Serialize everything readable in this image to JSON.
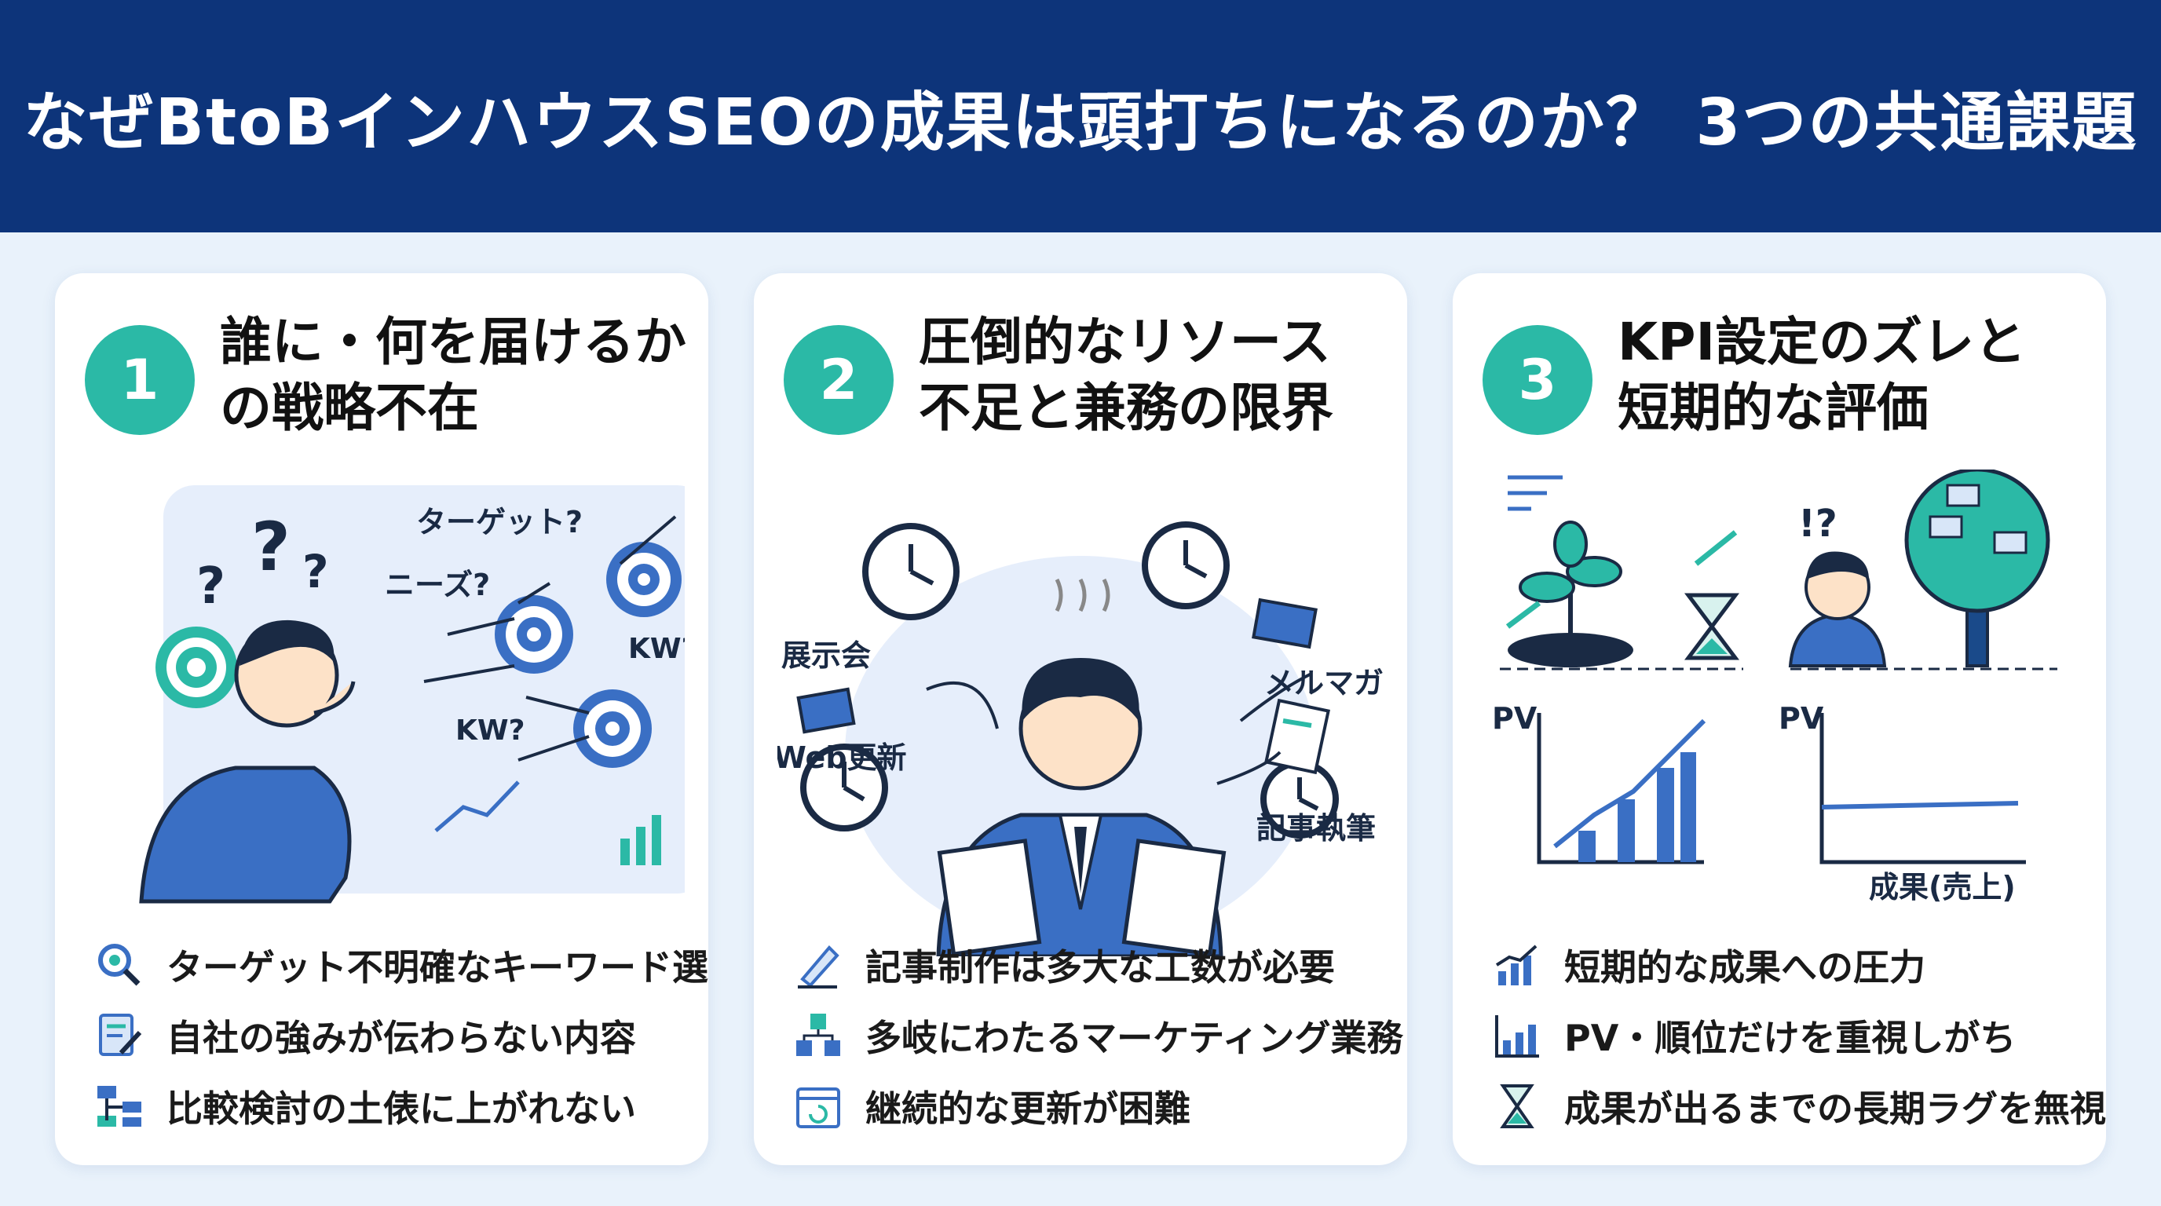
{
  "header": {
    "title": "なぜBtoBインハウスSEOの成果は頭打ちになるのか？ 3つの共通課題"
  },
  "colors": {
    "header_bg": "#0d347a",
    "accent_teal": "#2bb9a6",
    "accent_blue": "#3a6fc4",
    "page_bg": "#e9f2fb"
  },
  "cards": [
    {
      "number": "1",
      "title_line1": "誰に・何を届けるか",
      "title_line2": "の戦略不在",
      "illustration": {
        "labels": [
          "ターゲット?",
          "ニーズ?",
          "KW?",
          "KW?"
        ]
      },
      "bullets": [
        {
          "icon": "target-search-icon",
          "text": "ターゲット不明確なキーワード選定"
        },
        {
          "icon": "document-edit-icon",
          "text": "自社の強みが伝わらない内容"
        },
        {
          "icon": "sitemap-icon",
          "text": "比較検討の土俵に上がれない"
        }
      ]
    },
    {
      "number": "2",
      "title_line1": "圧倒的なリソース",
      "title_line2": "不足と兼務の限界",
      "illustration": {
        "labels": [
          "展示会",
          "Web更新",
          "メルマガ",
          "記事執筆"
        ]
      },
      "bullets": [
        {
          "icon": "pen-icon",
          "text": "記事制作は多大な工数が必要"
        },
        {
          "icon": "cubes-network-icon",
          "text": "多岐にわたるマーケティング業務"
        },
        {
          "icon": "calendar-refresh-icon",
          "text": "継続的な更新が困難"
        }
      ]
    },
    {
      "number": "3",
      "title_line1": "KPI設定のズレと",
      "title_line2": "短期的な評価",
      "illustration": {
        "labels": [
          "!?",
          "PV",
          "PV",
          "成果(売上)"
        ]
      },
      "bullets": [
        {
          "icon": "bar-chart-up-icon",
          "text": "短期的な成果への圧力"
        },
        {
          "icon": "bar-chart-icon",
          "text": "PV・順位だけを重視しがち"
        },
        {
          "icon": "hourglass-icon",
          "text": "成果が出るまでの長期ラグを無視"
        }
      ]
    }
  ]
}
